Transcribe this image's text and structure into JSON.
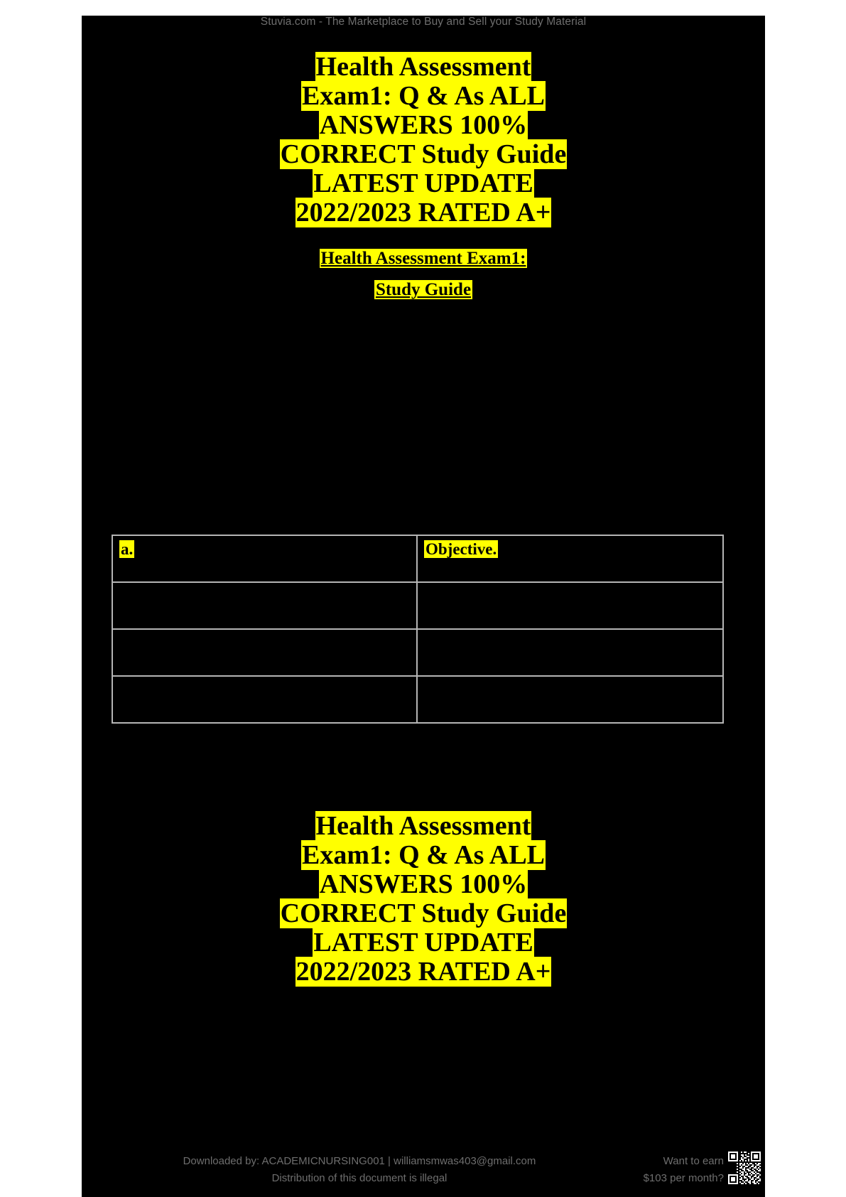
{
  "document": {
    "watermark_header": "Stuvia.com - The Marketplace to Buy and Sell your Study Material",
    "title_lines": [
      "Health Assessment",
      "Exam1:  Q & As ALL",
      "ANSWERS 100%",
      "CORRECT Study Guide",
      "LATEST UPDATE",
      "2022/2023 RATED A+"
    ],
    "subtitle_lines": [
      "Health Assessment Exam1:",
      "Study Guide"
    ],
    "table": {
      "rows": [
        {
          "col_a": "a.",
          "col_b": "Objective."
        },
        {
          "col_a": "",
          "col_b": ""
        },
        {
          "col_a": "",
          "col_b": ""
        },
        {
          "col_a": "",
          "col_b": ""
        }
      ]
    },
    "bottom_title_lines": [
      "Health Assessment",
      "Exam1:  Q & As ALL",
      "ANSWERS 100%",
      "CORRECT Study Guide",
      "LATEST UPDATE",
      "2022/2023 RATED A+"
    ],
    "footer": {
      "downloaded_by": "Downloaded by: ACADEMICNURSING001 | williamsmwas403@gmail.com",
      "distribution_notice": "Distribution of this document is illegal",
      "earn_line1": "Want to earn",
      "earn_line2": "$103 per month?"
    },
    "colors": {
      "page_background": "#000000",
      "highlight": "#ffff00",
      "text_on_highlight": "#000000",
      "watermark_text": "#6e6e6e",
      "table_border": "#b5b5b5",
      "margin": "#ffffff"
    }
  }
}
